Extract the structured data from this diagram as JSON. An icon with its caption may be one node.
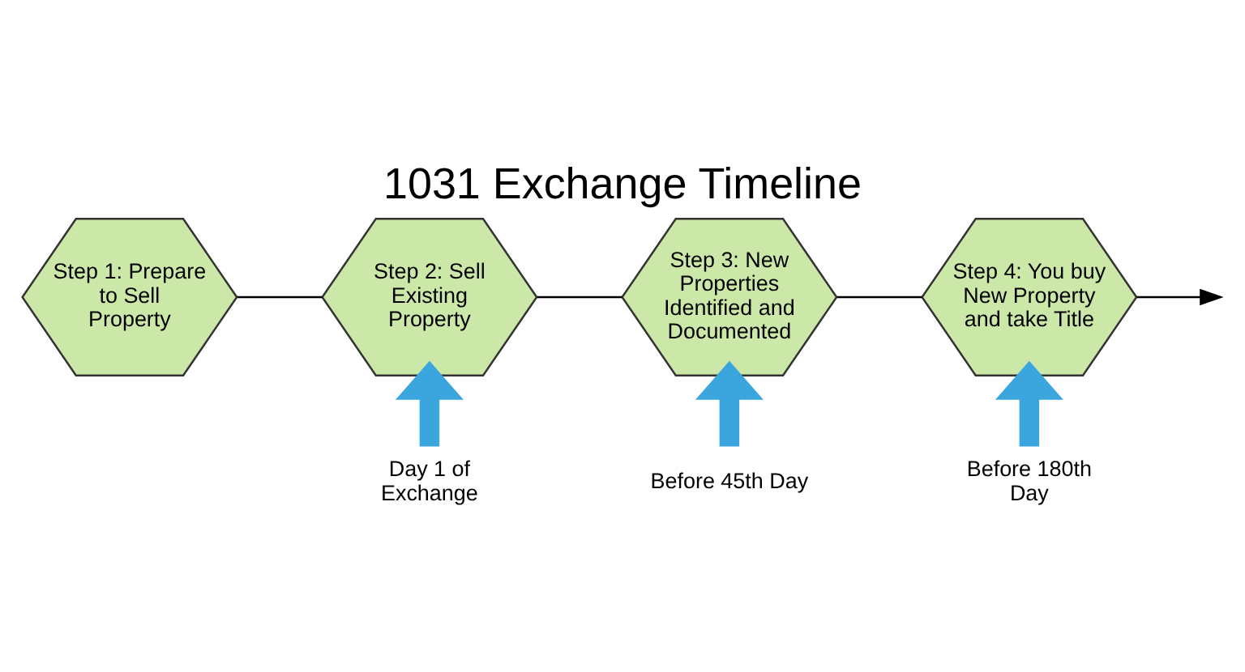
{
  "diagram": {
    "title": "1031 Exchange Timeline",
    "nodes": [
      {
        "text": [
          "Step 1: Prepare to Sell Property"
        ]
      },
      {
        "text": [
          "Step 2: Sell Existing Property"
        ]
      },
      {
        "text": [
          "Step 3: New Properties Identified and Documented"
        ]
      },
      {
        "text": [
          "Step 4: You buy New Property and take Title"
        ]
      },
      {
        "text": [
          "Day 1 of Exchange"
        ]
      },
      {
        "text": [
          "Before 45th Day"
        ]
      },
      {
        "text": [
          "Before 180th Day"
        ]
      }
    ],
    "edges": [
      {
        "from": 0,
        "to": 1,
        "arrow": "none"
      },
      {
        "from": 1,
        "to": 2,
        "arrow": "none"
      },
      {
        "from": 2,
        "to": 3,
        "arrow": "none"
      },
      {
        "from": 3,
        "to": null,
        "arrow": "to"
      },
      {
        "from": 4,
        "to": 1,
        "arrow": "to",
        "style": "thick",
        "color": "#3aa6dd"
      },
      {
        "from": 5,
        "to": 2,
        "arrow": "to",
        "style": "thick",
        "color": "#3aa6dd"
      },
      {
        "from": 6,
        "to": 3,
        "arrow": "to",
        "style": "thick",
        "color": "#3aa6dd"
      }
    ]
  }
}
